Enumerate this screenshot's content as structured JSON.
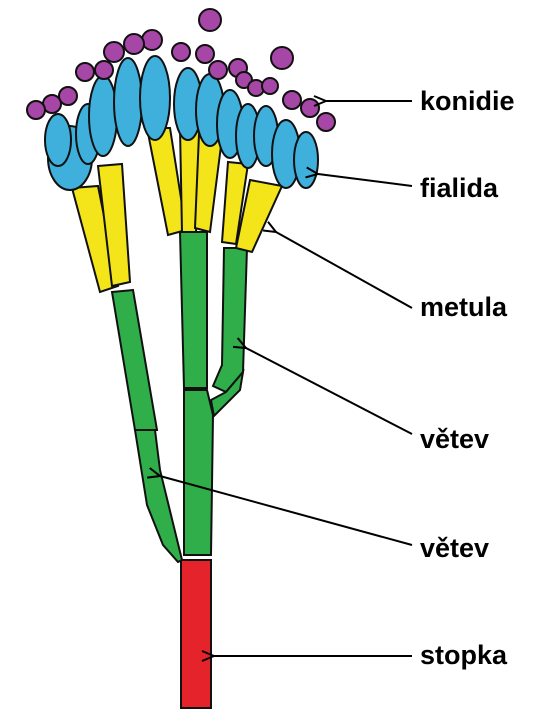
{
  "labels": {
    "conidia": "konidie",
    "phialide": "fialida",
    "metula": "metula",
    "branch_upper": "větev",
    "branch_lower": "větev",
    "stipe": "stopka"
  },
  "colors": {
    "conidia": "#a646a6",
    "phialide": "#3fb0dc",
    "metula": "#f4e41a",
    "branch": "#2fae4a",
    "stipe": "#e4232b",
    "outline": "#111111",
    "background": "#ffffff"
  }
}
